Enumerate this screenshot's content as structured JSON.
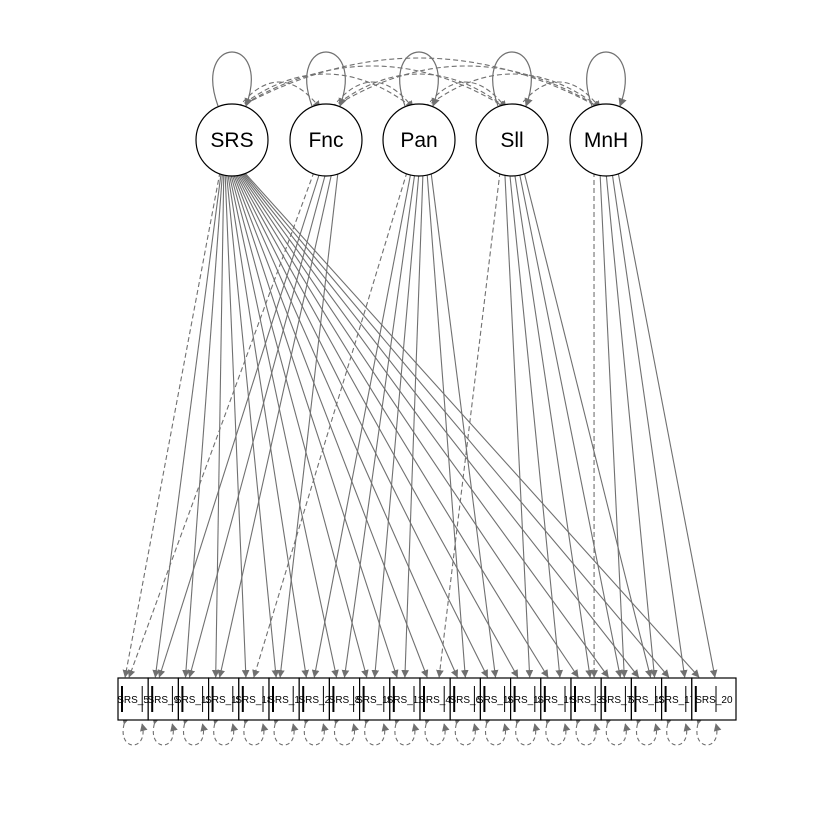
{
  "latents": [
    "SRS",
    "Fnc",
    "Pan",
    "Sll",
    "MnH"
  ],
  "indicators": [
    "SRS_5",
    "SRS_9",
    "SRS_12",
    "SRS_15",
    "SRS_18",
    "SRS_1",
    "SRS_2",
    "SRS_8",
    "SRS_10",
    "SRS_11",
    "SRS_4",
    "SRS_6",
    "SRS_16",
    "SRS_14",
    "SRS_19",
    "SRS_3",
    "SRS_7",
    "SRS_13",
    "SRS_17",
    "SRS_20"
  ],
  "loadings": {
    "SRS": {
      "fixed": 0,
      "targets": [
        0,
        1,
        2,
        3,
        4,
        5,
        6,
        7,
        8,
        9,
        10,
        11,
        12,
        13,
        14,
        15,
        16,
        17,
        18,
        19
      ]
    },
    "Fnc": {
      "fixed": 0,
      "targets": [
        0,
        1,
        2,
        3,
        5
      ]
    },
    "Pan": {
      "fixed": 4,
      "targets": [
        4,
        6,
        7,
        8,
        9,
        11,
        12
      ]
    },
    "Sll": {
      "fixed": 10,
      "targets": [
        10,
        13,
        14,
        15,
        16,
        17
      ]
    },
    "MnH": {
      "fixed": 15,
      "targets": [
        15,
        16,
        17,
        18,
        19
      ]
    }
  },
  "colors": {
    "edge": "#707070",
    "node_stroke": "#000000"
  }
}
